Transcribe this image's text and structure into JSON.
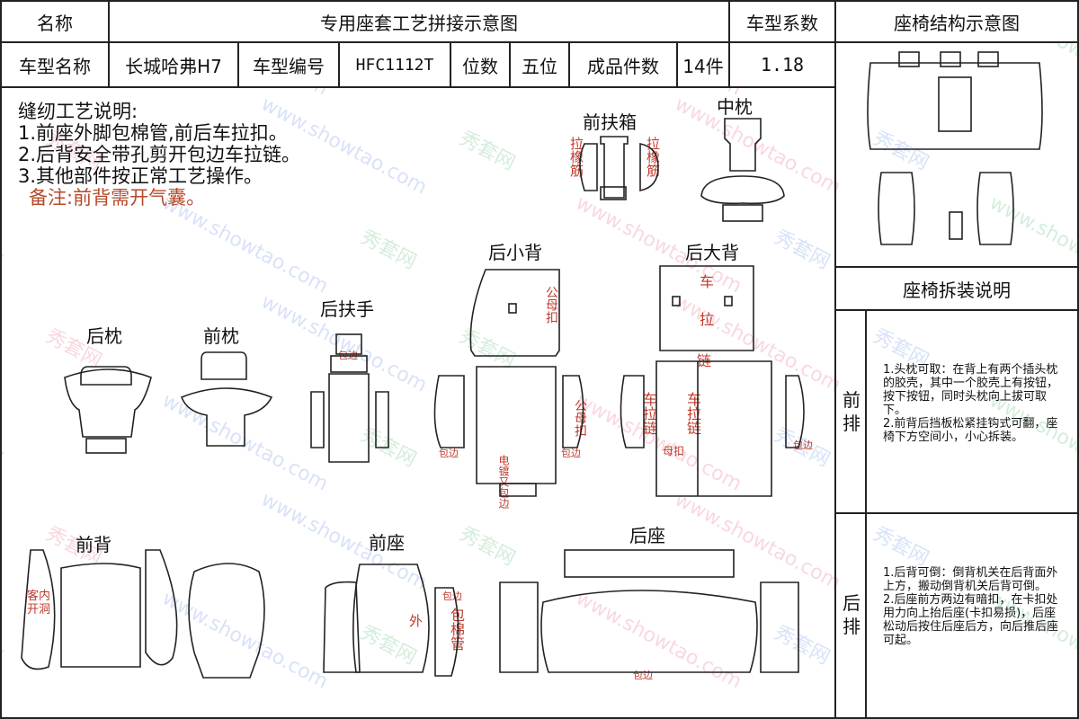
{
  "header": {
    "name_label": "名称",
    "title": "专用座套工艺拼接示意图",
    "coef_label": "车型系数",
    "structure_title": "座椅结构示意图",
    "model_name_label": "车型名称",
    "model_name": "长城哈弗H7",
    "model_code_label": "车型编号",
    "model_code": "HFC1112T",
    "seats_label": "位数",
    "seats": "五位",
    "pieces_label": "成品件数",
    "pieces": "14件",
    "coef": "1.18"
  },
  "notes": {
    "heading": "缝纫工艺说明:",
    "items": [
      "1.前座外脚包棉管,前后车拉扣。",
      "2.后背安全带孔剪开包边车拉链。",
      "3.其他部件按正常工艺操作。"
    ],
    "remark": "备注:前背需开气囊。"
  },
  "parts": {
    "front_armrest_box": "前扶箱",
    "middle_pillow": "中枕",
    "rear_small_back": "后小背",
    "rear_big_back": "后大背",
    "rear_pillow": "后枕",
    "front_pillow": "前枕",
    "rear_armrest": "后扶手",
    "front_back": "前背",
    "front_seat": "前座",
    "rear_seat": "后座"
  },
  "annotations": {
    "elastic": "拉橡筋",
    "male_female_buckle": "公母扣",
    "zipper_sew": "车拉链",
    "binding": "包边",
    "sew": "车",
    "pull": "拉",
    "chain": "链",
    "inner_hole": "客内开洞",
    "outer": "外",
    "cotton_tube": "包棉管",
    "elec_binding": "电镀又包边",
    "female_buckle": "母扣"
  },
  "instructions": {
    "title": "座椅拆装说明",
    "front_label": "前排",
    "front_text": "1.头枕可取：在背上有两个插头枕的胶壳，其中一个胶壳上有按钮，按下按钮，同时头枕向上拔可取下。\n2.前背后挡板松紧挂钩式可翻，座椅下方空间小，小心拆装。",
    "rear_label": "后排",
    "rear_text": "1.后背可倒：倒背机关在后背面外上方，搬动倒背机关后背可倒。\n2.后座前方两边有暗扣，在卡扣处用力向上抬后座(卡扣易损)，后座松动后按住后座后方，向后推后座可起。"
  },
  "watermark": {
    "brand": "秀套网",
    "url": "www.showtao.com"
  },
  "colors": {
    "line": "#222222",
    "annotation": "#c0392b"
  }
}
